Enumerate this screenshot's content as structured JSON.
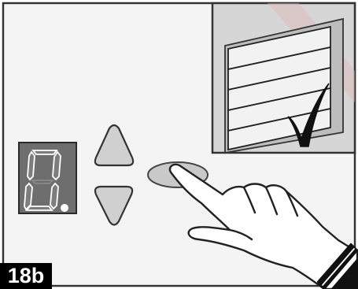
{
  "figure": {
    "step_label": "18b"
  },
  "display": {
    "digit": "0",
    "decimal_point_lit": true
  },
  "buttons": [
    {
      "name": "up",
      "icon": "triangle-up-icon"
    },
    {
      "name": "down",
      "icon": "triangle-down-icon"
    }
  ],
  "inset": {
    "door_panels": 5,
    "status_icon": "checkmark-icon"
  },
  "colors": {
    "frame": "#333333",
    "panel_gray": "#d9d9d9",
    "display_bg": "#6e6e6e",
    "button_gray": "#d0d0d0",
    "wall_gray": "#d6d6d6"
  }
}
